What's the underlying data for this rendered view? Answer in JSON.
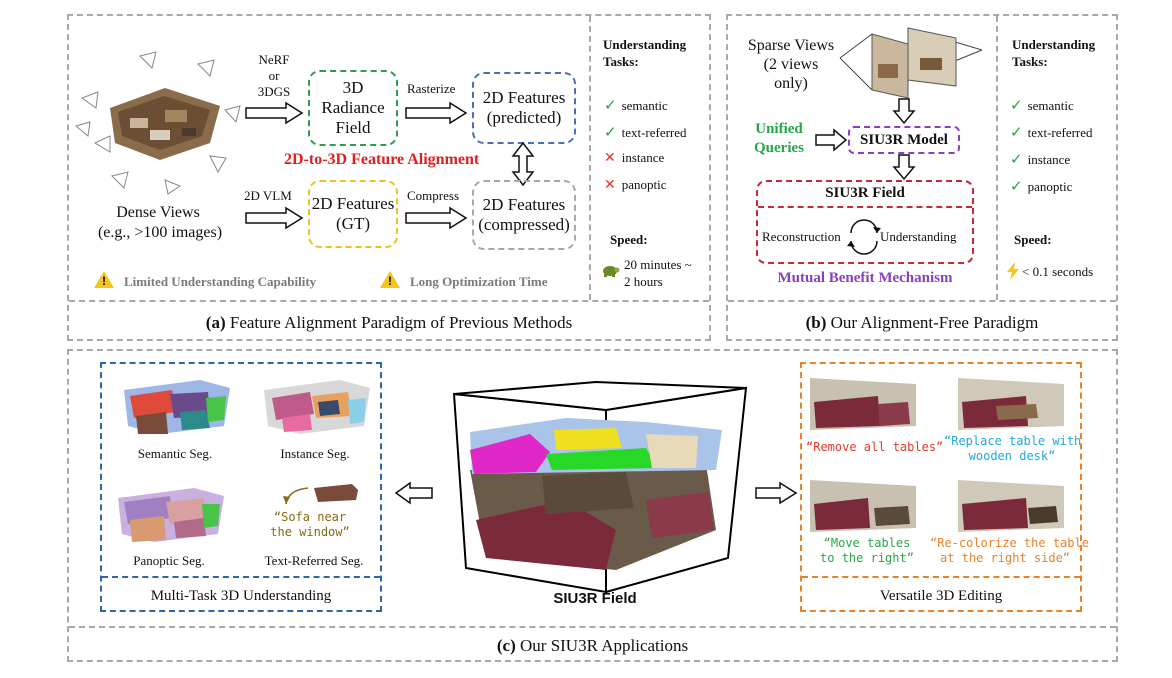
{
  "panel_a": {
    "nerf_label": "NeRF\nor\n3DGS",
    "radiance_field": "3D\nRadiance\nField",
    "rasterize": "Rasterize",
    "features_predicted": "2D Features\n(predicted)",
    "alignment_title": "2D-to-3D Feature Alignment",
    "dense_views": "Dense Views",
    "dense_views_sub": "(e.g., >100 images)",
    "vlm_label": "2D VLM",
    "features_gt": "2D Features\n(GT)",
    "compress": "Compress",
    "features_compressed": "2D Features\n(compressed)",
    "warning_1": "Limited Understanding Capability",
    "warning_2": "Long Optimization Time",
    "tasks_title": "Understanding\nTasks:",
    "tasks": [
      {
        "label": "semantic",
        "supported": true
      },
      {
        "label": "text-referred",
        "supported": true
      },
      {
        "label": "instance",
        "supported": false
      },
      {
        "label": "panoptic",
        "supported": false
      }
    ],
    "speed_title": "Speed:",
    "speed_value": "20 minutes ~\n2 hours",
    "caption_prefix": "(a)",
    "caption_text": " Feature Alignment Paradigm of Previous Methods"
  },
  "panel_b": {
    "sparse_views": "Sparse Views\n(2 views\nonly)",
    "unified_queries": "Unified\nQueries",
    "model": "SIU3R Model",
    "field_title": "SIU3R Field",
    "reconstruction": "Reconstruction",
    "understanding": "Understanding",
    "mechanism": "Mutual Benefit Mechanism",
    "tasks_title": "Understanding\nTasks:",
    "tasks": [
      {
        "label": "semantic",
        "supported": true
      },
      {
        "label": "text-referred",
        "supported": true
      },
      {
        "label": "instance",
        "supported": true
      },
      {
        "label": "panoptic",
        "supported": true
      }
    ],
    "speed_title": "Speed:",
    "speed_value": "< 0.1 seconds",
    "caption_prefix": "(b)",
    "caption_text": " Our Alignment-Free Paradigm"
  },
  "panel_c": {
    "semantic_seg": "Semantic Seg.",
    "instance_seg": "Instance Seg.",
    "panoptic_seg": "Panoptic Seg.",
    "text_seg": "Text-Referred Seg.",
    "text_query": "“Sofa near\nthe window”",
    "multitask_title": "Multi-Task 3D Understanding",
    "field_label": "SIU3R Field",
    "edit_1": "“Remove all tables”",
    "edit_2": "“Replace table with\nwooden desk”",
    "edit_3": "“Move tables\nto the right”",
    "edit_4": "“Re-colorize the table\nat the right side”",
    "editing_title": "Versatile 3D Editing",
    "caption_prefix": "(c)",
    "caption_text": " Our SIU3R Applications"
  },
  "colors": {
    "green_box": "#2e9b4f",
    "blue_box": "#4a6fb5",
    "yellow_box": "#f0c020",
    "gray_box": "#a8a8a8",
    "alignment_red": "#e02020",
    "unified_green": "#23a74a",
    "model_purple": "#8a3fc0",
    "field_red": "#c42a38",
    "mechanism_purple": "#8a3fc0",
    "multitask_blue": "#2e64a8",
    "editing_orange": "#e8822a",
    "edit_red": "#e23a2a",
    "edit_cyan": "#20a8e0",
    "edit_green": "#28a845",
    "edit_orange": "#e8822a",
    "text_query_brown": "#8a6a10",
    "check_green": "#22a33c",
    "cross_red": "#e0332d"
  }
}
